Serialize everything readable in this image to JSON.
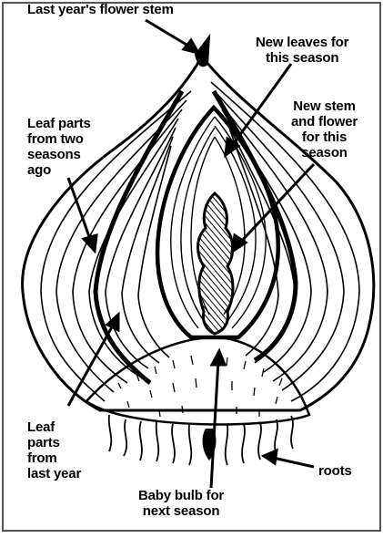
{
  "labels": {
    "flower_stem": "Last year's flower stem",
    "new_leaves": "New leaves for\nthis season",
    "new_stem": "New stem\nand flower\nfor this\nseason",
    "two_seasons": "Leaf parts\nfrom two\nseasons\nago",
    "last_year": "Leaf\nparts\nfrom\nlast year",
    "baby_bulb": "Baby bulb for\nnext season",
    "roots": "roots"
  },
  "colors": {
    "ink": "#000000",
    "paper": "#ffffff",
    "frame": "#555555"
  }
}
